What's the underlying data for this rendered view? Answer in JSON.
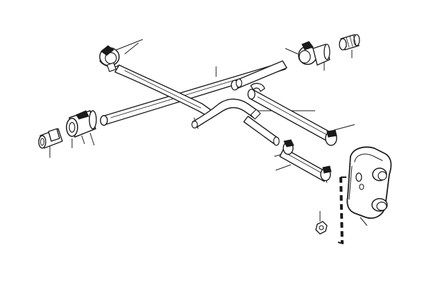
{
  "diagram": {
    "kind": "exploded parts diagram",
    "parts": [
      {
        "name": "hose-upper-left"
      },
      {
        "name": "hose-upper-right"
      },
      {
        "name": "hose-middle-long"
      },
      {
        "name": "hose-s-bend"
      },
      {
        "name": "hose-lower-right"
      },
      {
        "name": "hose-lower-short"
      },
      {
        "name": "heater-valve-body"
      },
      {
        "name": "hose-clamp"
      },
      {
        "name": "union-fitting"
      },
      {
        "name": "nut"
      }
    ],
    "colors": {
      "ink": "#1a1a1a",
      "background": "#ffffff"
    }
  }
}
